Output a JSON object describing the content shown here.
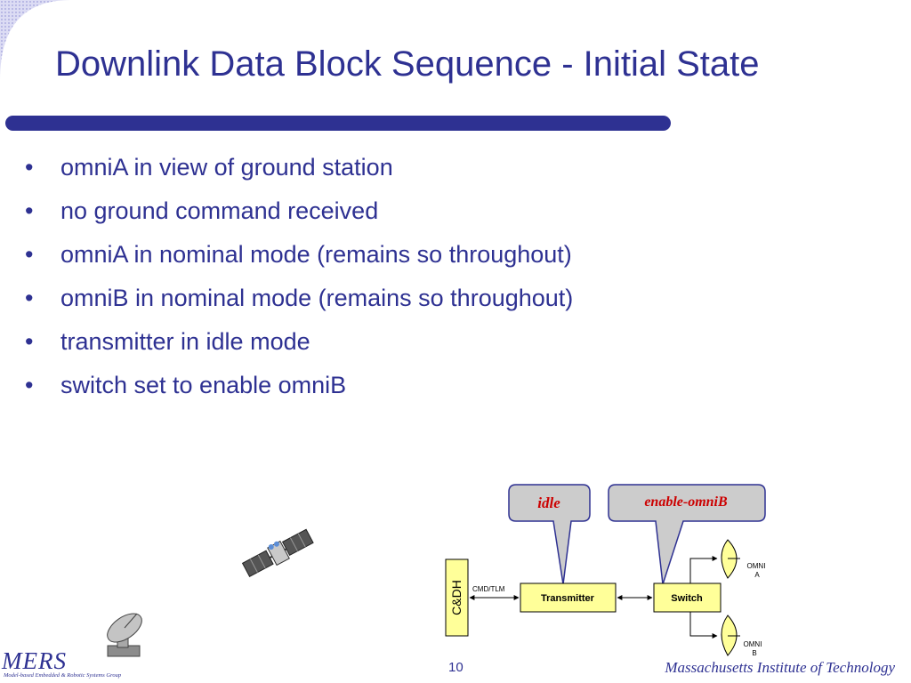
{
  "slide": {
    "title": "Downlink Data Block Sequence - Initial State",
    "bullet_char": "•",
    "bullets": [
      "omniA in view of ground station",
      "no ground command received",
      "omniA in nominal mode (remains so throughout)",
      "omniB in nominal mode (remains so throughout)",
      "transmitter in idle mode",
      "switch set to enable omniB"
    ],
    "page_number": "10"
  },
  "diagram": {
    "cdh_label": "C&DH",
    "cmd_tlm_label": "CMD/TLM",
    "transmitter_label": "Transmitter",
    "switch_label": "Switch",
    "omni_a_label": [
      "OMNI",
      "A"
    ],
    "omni_b_label": [
      "OMNI",
      "B"
    ],
    "callout_transmitter_state": "idle",
    "callout_switch_state": "enable-omniB",
    "block_fill": "#ffff99",
    "callout_fill": "#cccccc",
    "callout_text_color": "#cc0000"
  },
  "footer": {
    "logo_text": "MERS",
    "logo_subtitle": "Model-based Embedded & Robotic Systems Group",
    "institution": "Massachusetts Institute of Technology"
  },
  "colors": {
    "accent": "#2e3192",
    "texture": "#dcdcf4"
  },
  "icons": [
    "satellite-icon",
    "ground-station-antenna-icon"
  ]
}
